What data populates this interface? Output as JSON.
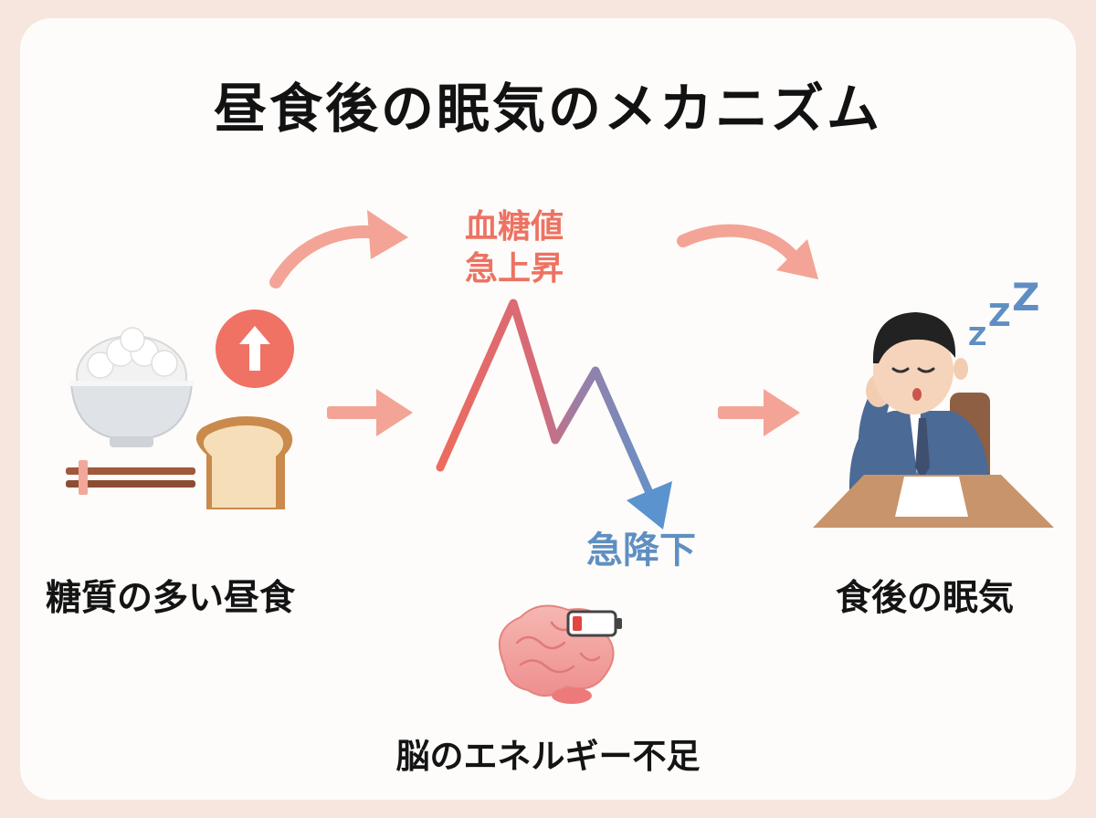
{
  "title": "昼食後の眠気のメカニズム",
  "steps": {
    "meal": "糖質の多い昼食",
    "spike_line1": "血糖値",
    "spike_line2": "急上昇",
    "drop": "急降下",
    "brain": "脳のエネルギー不足",
    "sleepy": "食後の眠気"
  },
  "sleep_text": {
    "z_small": "Z",
    "z_mid": "Z",
    "z_large": "Z"
  },
  "icons": {
    "rice_bowl": "rice-bowl-icon",
    "bread": "bread-icon",
    "chopsticks": "chopsticks-icon",
    "up_arrow": "up-arrow-badge-icon",
    "brain": "brain-icon",
    "battery": "low-battery-icon",
    "sleepy_person": "sleepy-person-icon"
  },
  "colors": {
    "rise": "#ec7363",
    "drop": "#5f8fc2",
    "arrow": "#f3a496",
    "text": "#141414",
    "background": "#f7e6dd",
    "card": "#fdfcfa"
  }
}
